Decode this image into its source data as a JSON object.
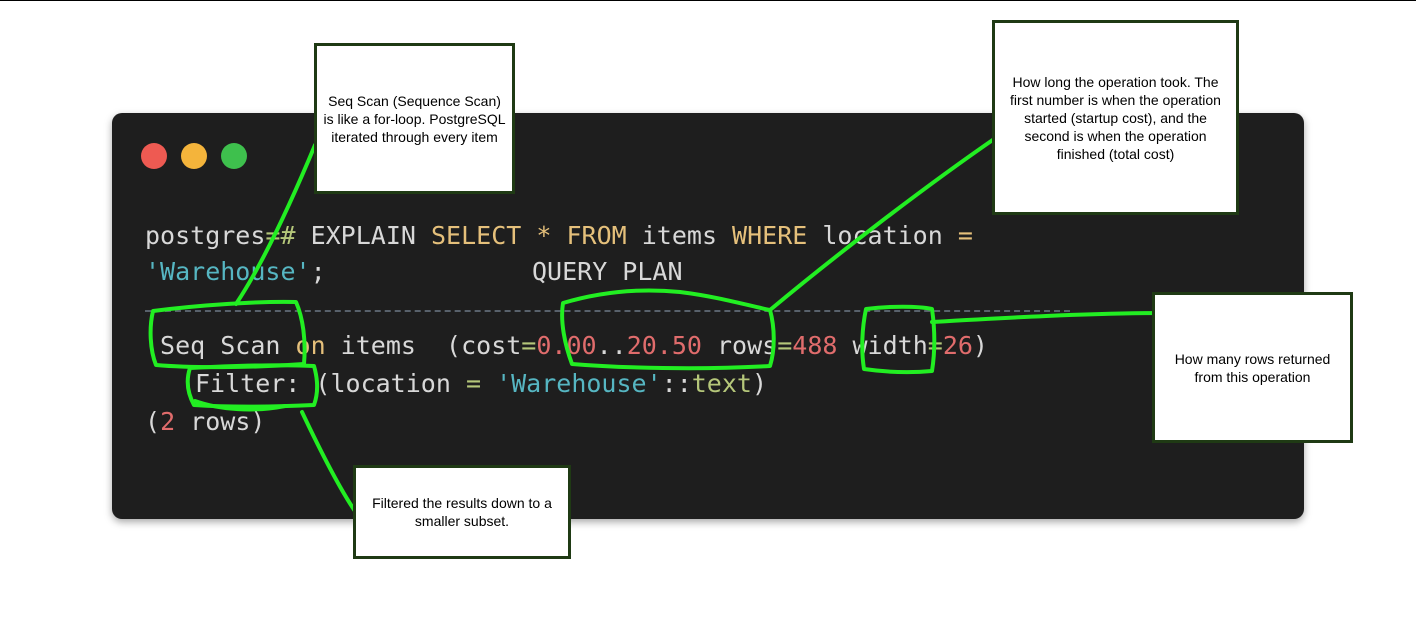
{
  "terminal": {
    "dots": [
      {
        "name": "close",
        "color": "#ee5a52"
      },
      {
        "name": "minimize",
        "color": "#f4b43b"
      },
      {
        "name": "maximize",
        "color": "#3ec04d"
      }
    ],
    "line1": {
      "prompt": "postgres",
      "prompt_op": "=#",
      "explain": " EXPLAIN ",
      "select": "SELECT",
      "star": " * ",
      "from": "FROM",
      "table": " items ",
      "where": "WHERE",
      "column": " location ",
      "equals": "="
    },
    "line2": {
      "string": "'Warehouse'",
      "semicolon": ";",
      "header": "QUERY PLAN"
    },
    "line3": {
      "node": " Seq Scan",
      "on": " on",
      "table": " items  (cost",
      "eq1": "=",
      "startup": "0.00",
      "range": "..",
      "total": "20.50",
      "rows_label": " rows",
      "eq2": "=",
      "rows": "488",
      "width_label": " width",
      "eq3": "=",
      "width": "26",
      "close": ")"
    },
    "line4": {
      "filter": "Filter:",
      "open": " (location ",
      "eq": "=",
      "space": " ",
      "string": "'Warehouse'",
      "cast": "::",
      "type": "text",
      "close": ")"
    },
    "line5": {
      "open": "(",
      "count": "2",
      "rows": " rows)"
    }
  },
  "callouts": {
    "seq_scan": "Seq Scan (Sequence Scan) is like a for-loop. PostgreSQL iterated through every item",
    "cost": "How long the operation took. The first number is when the operation started (startup cost), and the second is when the operation finished (total cost)",
    "rows": "How many rows returned from this operation",
    "filter": "Filtered the results down to a smaller subset."
  },
  "colors": {
    "annotation": "#22ee22",
    "terminal_bg": "#1e1e1e",
    "keyword": "#e5c07b",
    "string": "#56b6c2",
    "number": "#e06c6c"
  }
}
